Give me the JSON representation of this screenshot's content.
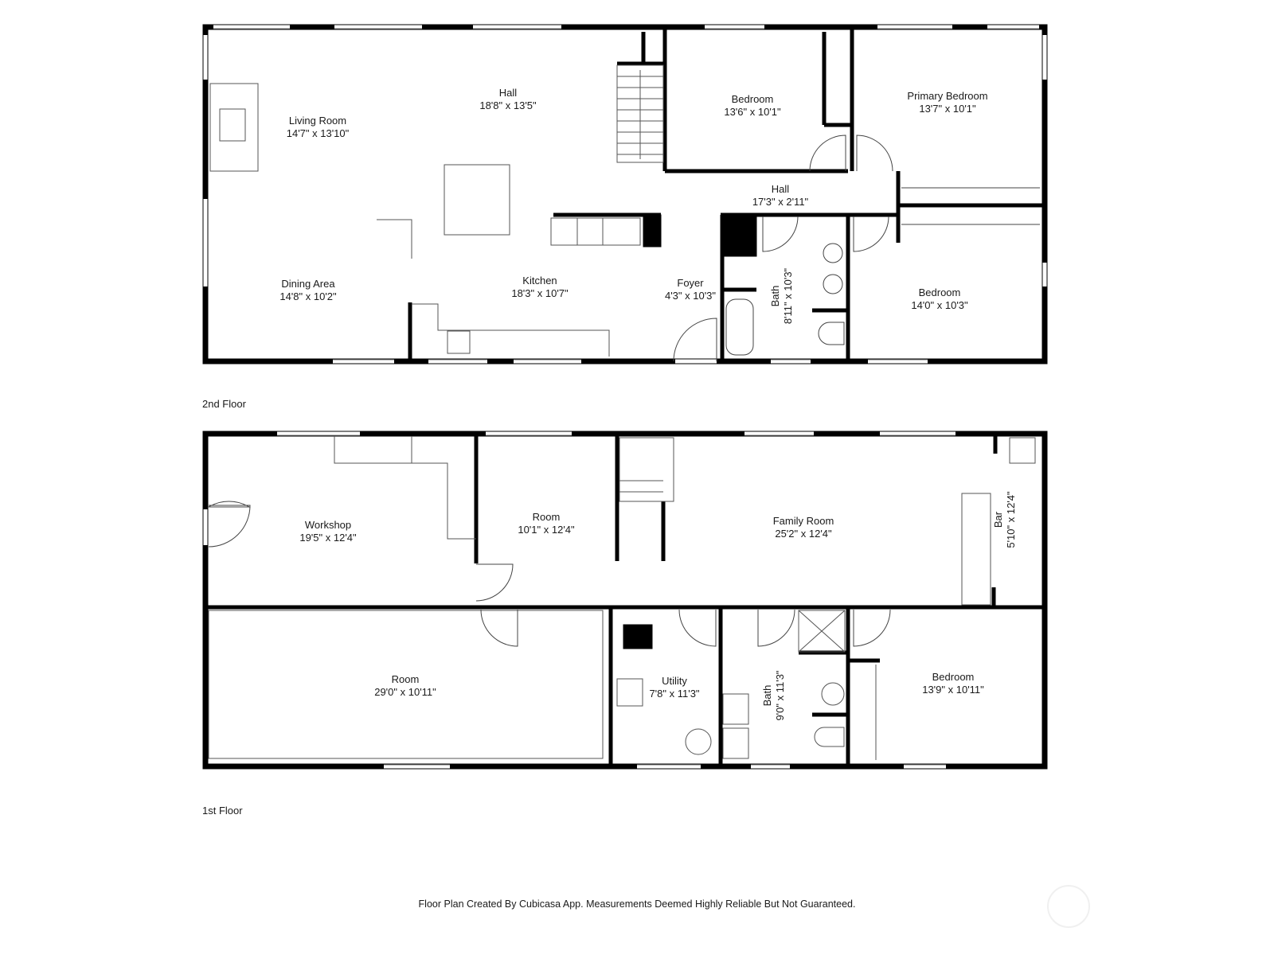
{
  "floors": [
    {
      "name": "2nd Floor",
      "rooms": [
        {
          "name": "Living Room",
          "dims": "14'7\" x 13'10\""
        },
        {
          "name": "Hall",
          "dims": "18'8\" x 13'5\""
        },
        {
          "name": "Bedroom",
          "dims": "13'6\" x 10'1\""
        },
        {
          "name": "Primary Bedroom",
          "dims": "13'7\" x 10'1\""
        },
        {
          "name": "Hall",
          "dims": "17'3\" x 2'11\""
        },
        {
          "name": "Dining Area",
          "dims": "14'8\" x 10'2\""
        },
        {
          "name": "Kitchen",
          "dims": "18'3\" x 10'7\""
        },
        {
          "name": "Foyer",
          "dims": "4'3\" x 10'3\""
        },
        {
          "name": "Bath",
          "dims": "8'11\" x 10'3\""
        },
        {
          "name": "Bedroom",
          "dims": "14'0\" x 10'3\""
        }
      ]
    },
    {
      "name": "1st Floor",
      "rooms": [
        {
          "name": "Workshop",
          "dims": "19'5\" x 12'4\""
        },
        {
          "name": "Room",
          "dims": "10'1\" x 12'4\""
        },
        {
          "name": "Family Room",
          "dims": "25'2\" x 12'4\""
        },
        {
          "name": "Bar",
          "dims": "5'10\" x 12'4\""
        },
        {
          "name": "Room",
          "dims": "29'0\" x 10'11\""
        },
        {
          "name": "Utility",
          "dims": "7'8\" x 11'3\""
        },
        {
          "name": "Bath",
          "dims": "9'0\" x 11'3\""
        },
        {
          "name": "Bedroom",
          "dims": "13'9\" x 10'11\""
        }
      ]
    }
  ],
  "footer": "Floor Plan Created By Cubicasa App. Measurements Deemed Highly Reliable But Not Guaranteed.",
  "colors": {
    "wall": "#000000",
    "line": "#555555",
    "background": "#ffffff"
  }
}
